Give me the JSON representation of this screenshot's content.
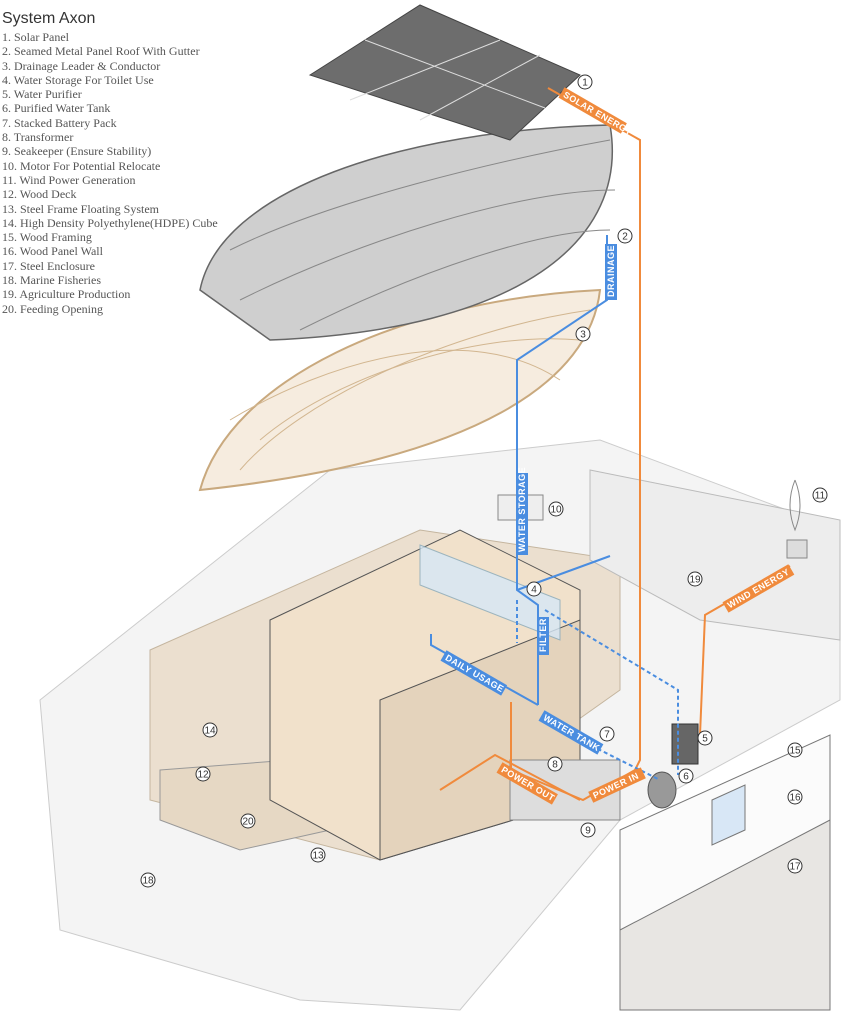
{
  "legend": {
    "title": "System Axon",
    "items": [
      "1. Solar Panel",
      "2. Seamed Metal Panel Roof With Gutter",
      "3. Drainage Leader & Conductor",
      "4. Water Storage For Toilet Use",
      "5. Water Purifier",
      "6. Purified Water Tank",
      "7. Stacked Battery Pack",
      "8. Transformer",
      "9. Seakeeper (Ensure Stability)",
      "10. Motor For Potential Relocate",
      "11. Wind Power Generation",
      "12. Wood Deck",
      "13. Steel Frame Floating System",
      "14. High Density Polyethylene(HDPE) Cube",
      "15. Wood Framing",
      "16. Wood Panel Wall",
      "17. Steel Enclosure",
      "18. Marine Fisheries",
      "19. Agriculture Production",
      "20. Feeding Opening"
    ]
  },
  "flows": {
    "solar": "SOLAR ENERGY",
    "drainage": "DRAINAGE",
    "water_storage": "WATER STORAGE",
    "filter": "FILTER",
    "daily_usage": "DAILY USAGE",
    "water_tank": "WATER TANK",
    "power_out": "POWER OUT",
    "power_in": "POWER IN",
    "wind": "WIND ENERGY"
  },
  "markers": [
    "1",
    "2",
    "3",
    "4",
    "5",
    "6",
    "7",
    "8",
    "9",
    "10",
    "11",
    "12",
    "13",
    "14",
    "15",
    "16",
    "17",
    "18",
    "19",
    "20"
  ],
  "colors": {
    "energy": "#f08a3c",
    "water": "#4a8de0",
    "wood": "#e9d4b8"
  }
}
